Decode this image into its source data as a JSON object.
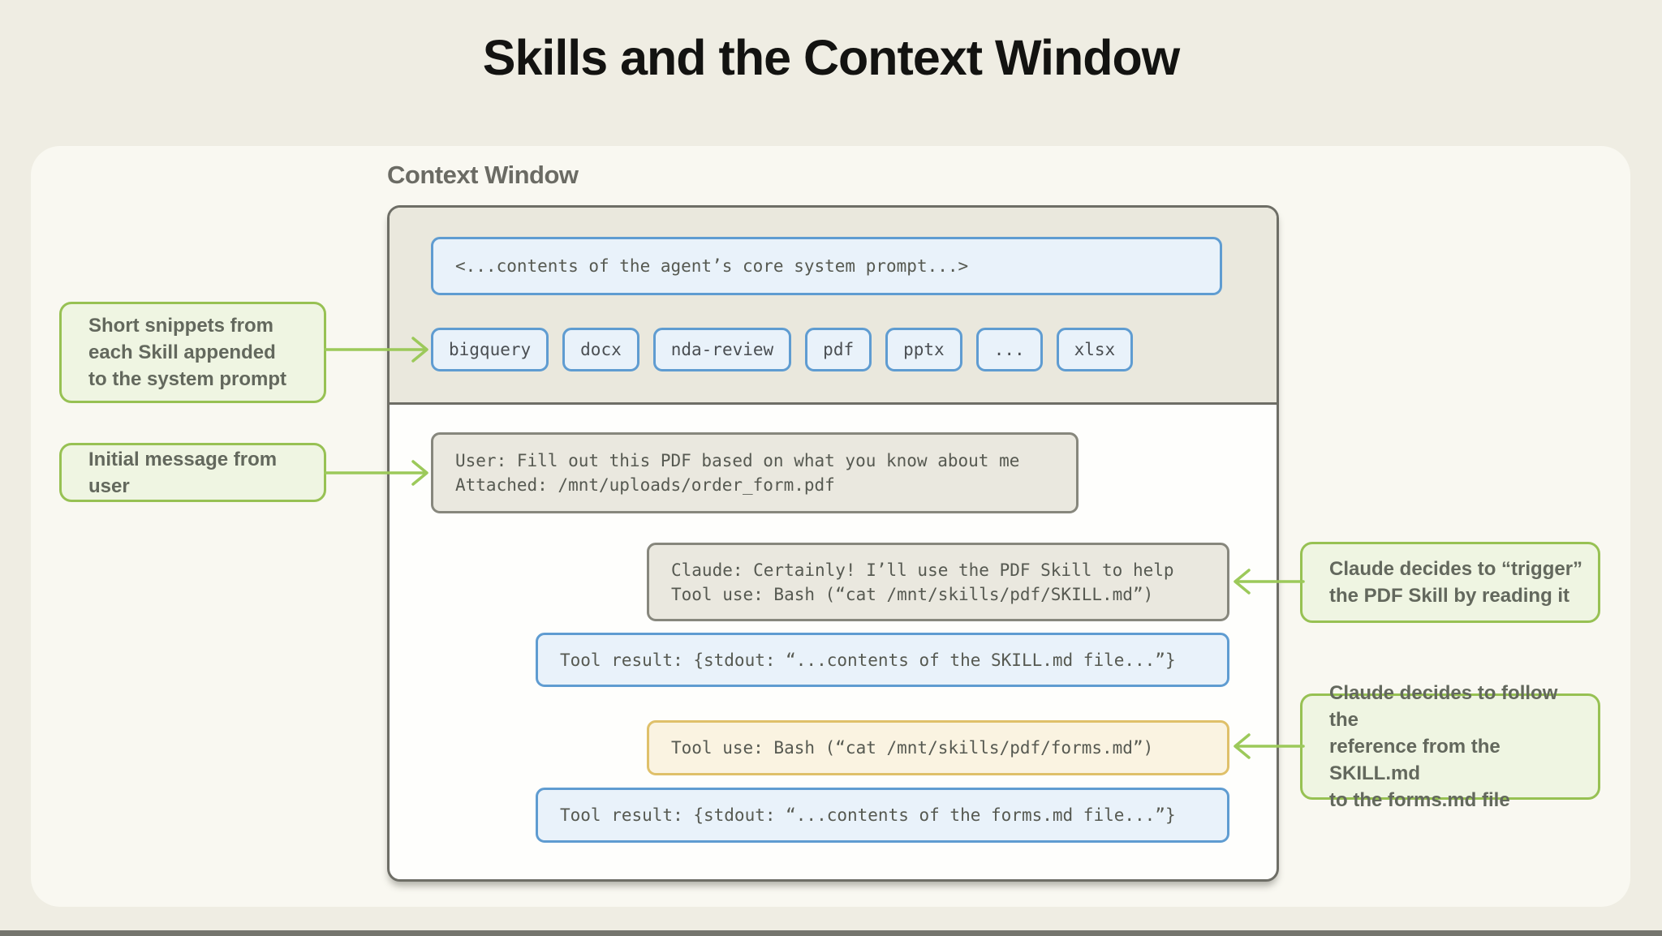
{
  "title": "Skills and the Context Window",
  "context_window": {
    "label": "Context Window",
    "system_prompt": "<...contents of the agent’s core system prompt...>",
    "skills": [
      "bigquery",
      "docx",
      "nda-review",
      "pdf",
      "pptx",
      "...",
      "xlsx"
    ],
    "messages": [
      {
        "role": "user",
        "style": "neutral",
        "lines": [
          "User: Fill out this PDF based on what you know about me",
          "Attached: /mnt/uploads/order_form.pdf"
        ]
      },
      {
        "role": "claude",
        "style": "neutral",
        "lines": [
          "Claude: Certainly! I’ll use the PDF Skill to help",
          "Tool use: Bash (“cat /mnt/skills/pdf/SKILL.md”)"
        ]
      },
      {
        "role": "tool-result",
        "style": "blue",
        "lines": [
          "Tool result: {stdout: “...contents of the SKILL.md file...”}"
        ]
      },
      {
        "role": "tool-use",
        "style": "orange",
        "lines": [
          "Tool use: Bash (“cat /mnt/skills/pdf/forms.md”)"
        ]
      },
      {
        "role": "tool-result",
        "style": "blue",
        "lines": [
          "Tool result: {stdout: “...contents of the forms.md file...”}"
        ]
      }
    ]
  },
  "annotations": {
    "left": [
      {
        "lines": [
          "Short snippets from",
          "each Skill appended",
          "to the system prompt"
        ]
      },
      {
        "lines": [
          "Initial message from user"
        ]
      }
    ],
    "right": [
      {
        "lines": [
          "Claude decides to “trigger”",
          "the PDF Skill by reading it"
        ]
      },
      {
        "lines": [
          "Claude decides to follow the",
          "reference from the SKILL.md",
          "to the forms.md file"
        ]
      }
    ]
  },
  "colors": {
    "background": "#EFEDE3",
    "panel": "#F9F8F1",
    "context_window_border": "#6E6E66",
    "system_section_fill": "#EAE8DD",
    "blue_fill": "#E9F2FA",
    "blue_border": "#5F9CD1",
    "neutral_fill": "#EAE8DF",
    "neutral_border": "#87877D",
    "orange_fill": "#FAF3E1",
    "orange_border": "#DFC06A",
    "green_fill": "#EFF5E2",
    "green_border": "#97C153",
    "arrow_green": "#9CC95A",
    "mono_text": "#565951",
    "annotation_text": "#63685D",
    "title_text": "#131311",
    "label_text": "#6B6B64",
    "bottom_bar": "#75756E"
  }
}
